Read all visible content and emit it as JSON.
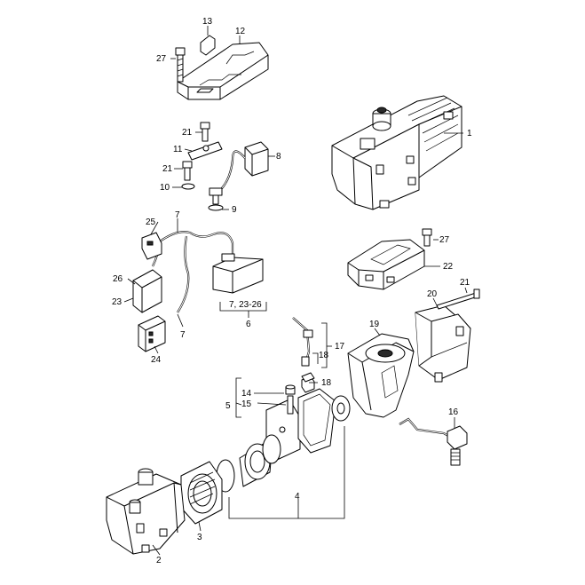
{
  "labels": {
    "l1": "1",
    "l2": "2",
    "l3": "3",
    "l4": "4",
    "l5": "5",
    "l6": "6",
    "l7a": "7",
    "l7b": "7",
    "l7c": "7, 23-26",
    "l8": "8",
    "l9": "9",
    "l10": "10",
    "l11": "11",
    "l12": "12",
    "l13": "13",
    "l14": "14",
    "l15": "15",
    "l16": "16",
    "l17": "17",
    "l18a": "18",
    "l18b": "18",
    "l19": "19",
    "l20": "20",
    "l21a": "21",
    "l21b": "21",
    "l21c": "21",
    "l22": "22",
    "l23": "23",
    "l24": "24",
    "l25": "25",
    "l26": "26",
    "l27a": "27",
    "l27b": "27"
  }
}
